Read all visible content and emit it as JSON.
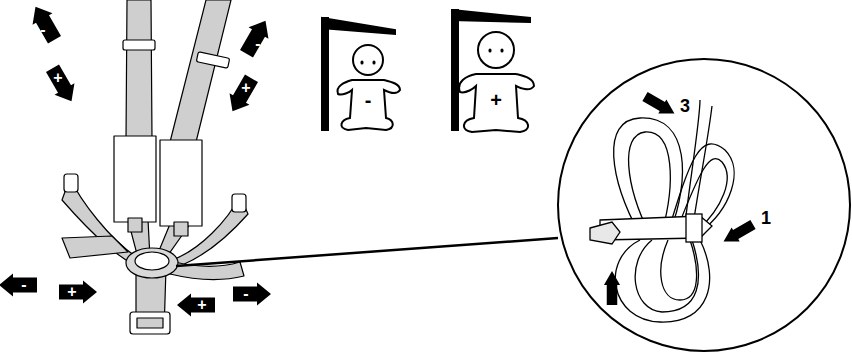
{
  "diagram": {
    "labels": [
      "-",
      "+",
      "-",
      "+",
      "-",
      "+",
      "3",
      "1",
      "-",
      "+",
      "+",
      "-"
    ]
  }
}
